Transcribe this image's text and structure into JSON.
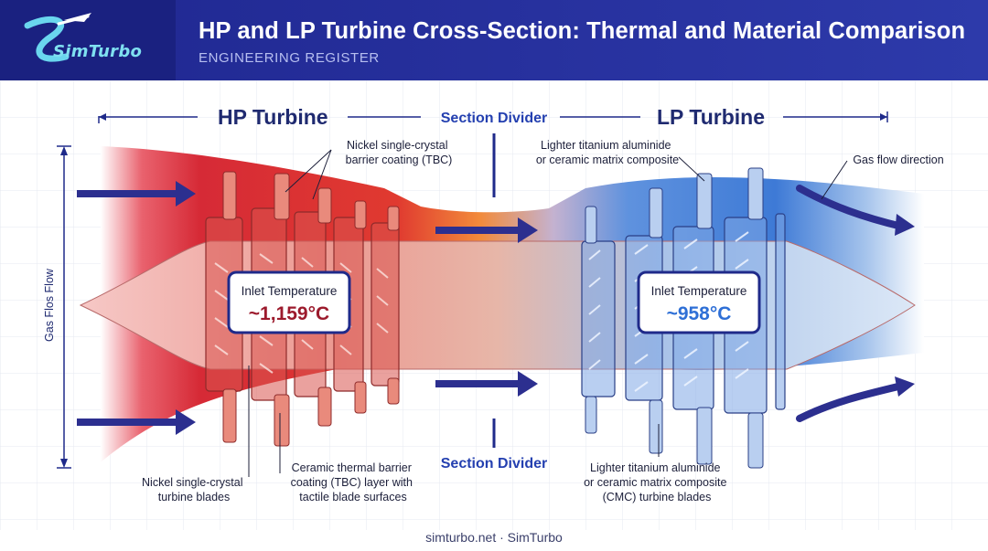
{
  "header": {
    "logo_text": "SimTurbo",
    "title": "HP and LP Turbine Cross-Section: Thermal and Material Comparison",
    "subtitle": "ENGINEERING REGISTER"
  },
  "diagram": {
    "hp_label": "HP Turbine",
    "lp_label": "LP Turbine",
    "divider_top_label": "Section Divider",
    "divider_bottom_label": "Section Divider",
    "side_axis_label": "Gas Flos Flow",
    "hp_inlet": {
      "label": "Inlet Temperature",
      "value": "~1,159°C"
    },
    "lp_inlet": {
      "label": "Inlet Temperature",
      "value": "~958°C"
    },
    "callouts": {
      "hp_tbc_top": [
        "Nickel single-crystal",
        "barrier coating (TBC)"
      ],
      "lp_material_top": [
        "Lighter titanium aluminide",
        "or ceramic matrix composite"
      ],
      "gas_flow_direction": "Gas flow direction",
      "hp_blades_bottom": [
        "Nickel single-crystal",
        "turbine blades"
      ],
      "hp_tbc_bottom": [
        "Ceramic thermal barrier",
        "coating (TBC) layer with",
        "tactile blade surfaces"
      ],
      "lp_blades_bottom": [
        "Lighter titanium aluminide",
        "or ceramic matrix composite",
        "(CMC) turbine blades"
      ]
    },
    "colors": {
      "hot": "#d21f2e",
      "warm": "#f07a2a",
      "cool": "#3a78d8",
      "navy": "#1f2a8a",
      "hp_temp": "#9c1a2c",
      "lp_temp": "#2e6fd6"
    }
  },
  "footer": {
    "text": "simturbo.net · SimTurbo"
  }
}
